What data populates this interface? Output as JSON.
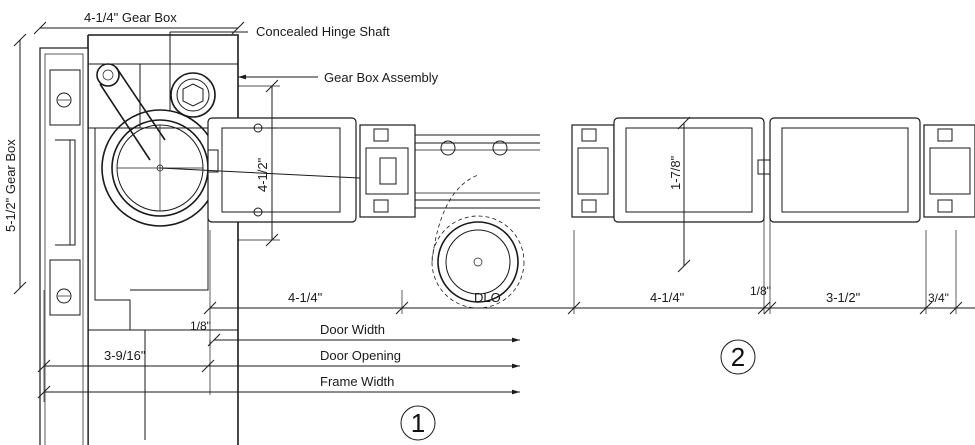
{
  "labels": {
    "gear_box_top": "4-1/4\"  Gear Box",
    "concealed_hinge_shaft": "Concealed Hinge Shaft",
    "gear_box_assembly": "Gear Box Assembly",
    "gear_box_side": "5-1/2\"  Gear Box",
    "dim_4_1_2": "4-1/2\"",
    "dim_1_7_8": "1-7/8\"",
    "dim_4_1_4_a": "4-1/4\"",
    "dlo": "DLO",
    "dim_4_1_4_b": "4-1/4\"",
    "dim_1_8_a": "1/8\"",
    "dim_3_1_2": "3-1/2\"",
    "dim_3_4": "3/4\"",
    "dim_1_8_b": "1/8\"",
    "door_width": "Door Width",
    "dim_3_9_16": "3-9/16\"",
    "door_opening": "Door Opening",
    "frame_width": "Frame Width"
  },
  "callouts": {
    "one": "1",
    "two": "2"
  }
}
